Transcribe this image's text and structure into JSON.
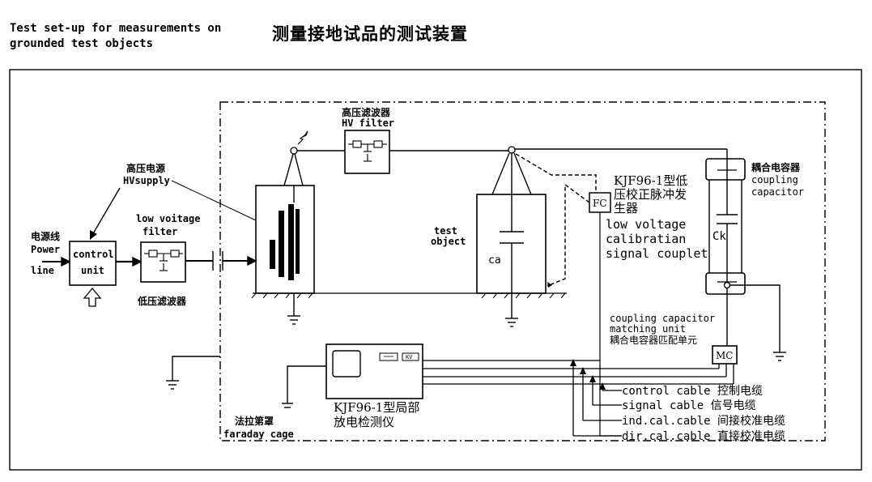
{
  "title": {
    "en_line1": "Test set-up for measurements on",
    "en_line2": "grounded test objects",
    "cn": "测量接地试品的测试装置"
  },
  "labels": {
    "power_cn": "电源线",
    "power_en1": "Power",
    "power_en2": "line",
    "hv_supply_cn": "高压电源",
    "hv_supply_en": "HVsupply",
    "control_unit1": "control",
    "control_unit2": "unit",
    "lv_filter_en1": "low voitage",
    "lv_filter_en2": "filter",
    "lv_filter_cn": "低压滤波器",
    "hv_filter_cn": "高压滤波器",
    "hv_filter_en": "HV filter",
    "test_object1": "test",
    "test_object2": "object",
    "ca": "ca",
    "fc": "FC",
    "kjf_low1": "KJF96-1型低",
    "kjf_low2": "压校正脉冲发",
    "kjf_low3": "生器",
    "lv_cal1": "low voltage",
    "lv_cal2": "calibratian",
    "lv_cal3": "signal couplet",
    "coupling_cn": "耦合电容器",
    "coupling_en1": "coupling",
    "coupling_en2": "capacitor",
    "ck": "Ck",
    "ccmu1": "coupling capacitor",
    "ccmu2": "matching unit",
    "ccmu3": "耦合电容器匹配单元",
    "mc": "MC",
    "kv": "KV",
    "pd1": "KJF96-1型局部",
    "pd2": "放电检测仪",
    "faraday_cn": "法拉第罩",
    "faraday_en": "faraday cage",
    "cable_control": "control cable 控制电缆",
    "cable_signal": "signal cable  信号电缆",
    "cable_ind": "ind.cal.cable 间接校准电缆",
    "cable_dir": "dir.cal.cable 直接校准电缆"
  }
}
